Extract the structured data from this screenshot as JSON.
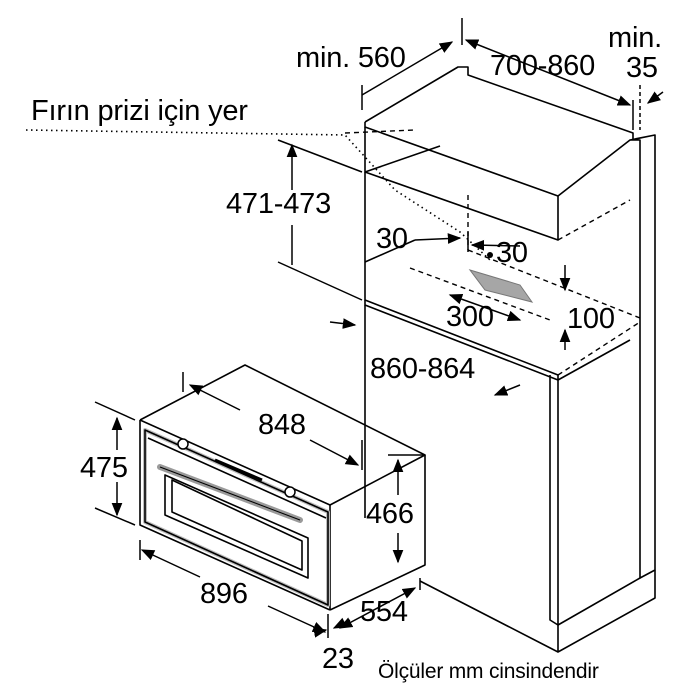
{
  "labels": {
    "cabinet_depth_min": "min. 560",
    "cabinet_width": "700-860",
    "rear_gap_min": "min.",
    "rear_gap_value": "35",
    "socket_note": "Fırın prizi için yer",
    "niche_height": "471-473",
    "socket_offset_left": "30",
    "socket_offset_right": "30",
    "socket_width": "300",
    "socket_height": "100",
    "niche_width": "860-864",
    "oven_width": "848",
    "oven_total_height": "475",
    "oven_body_height": "466",
    "oven_front_width": "896",
    "oven_depth": "554",
    "door_thickness": "23",
    "units_note": "Ölçüler mm cinsindendir"
  },
  "colors": {
    "line": "#000000",
    "socket_fill": "#a6a6a6",
    "oven_frame": "#bdbdbd",
    "handle": "#9a9a9a",
    "background": "#ffffff"
  }
}
